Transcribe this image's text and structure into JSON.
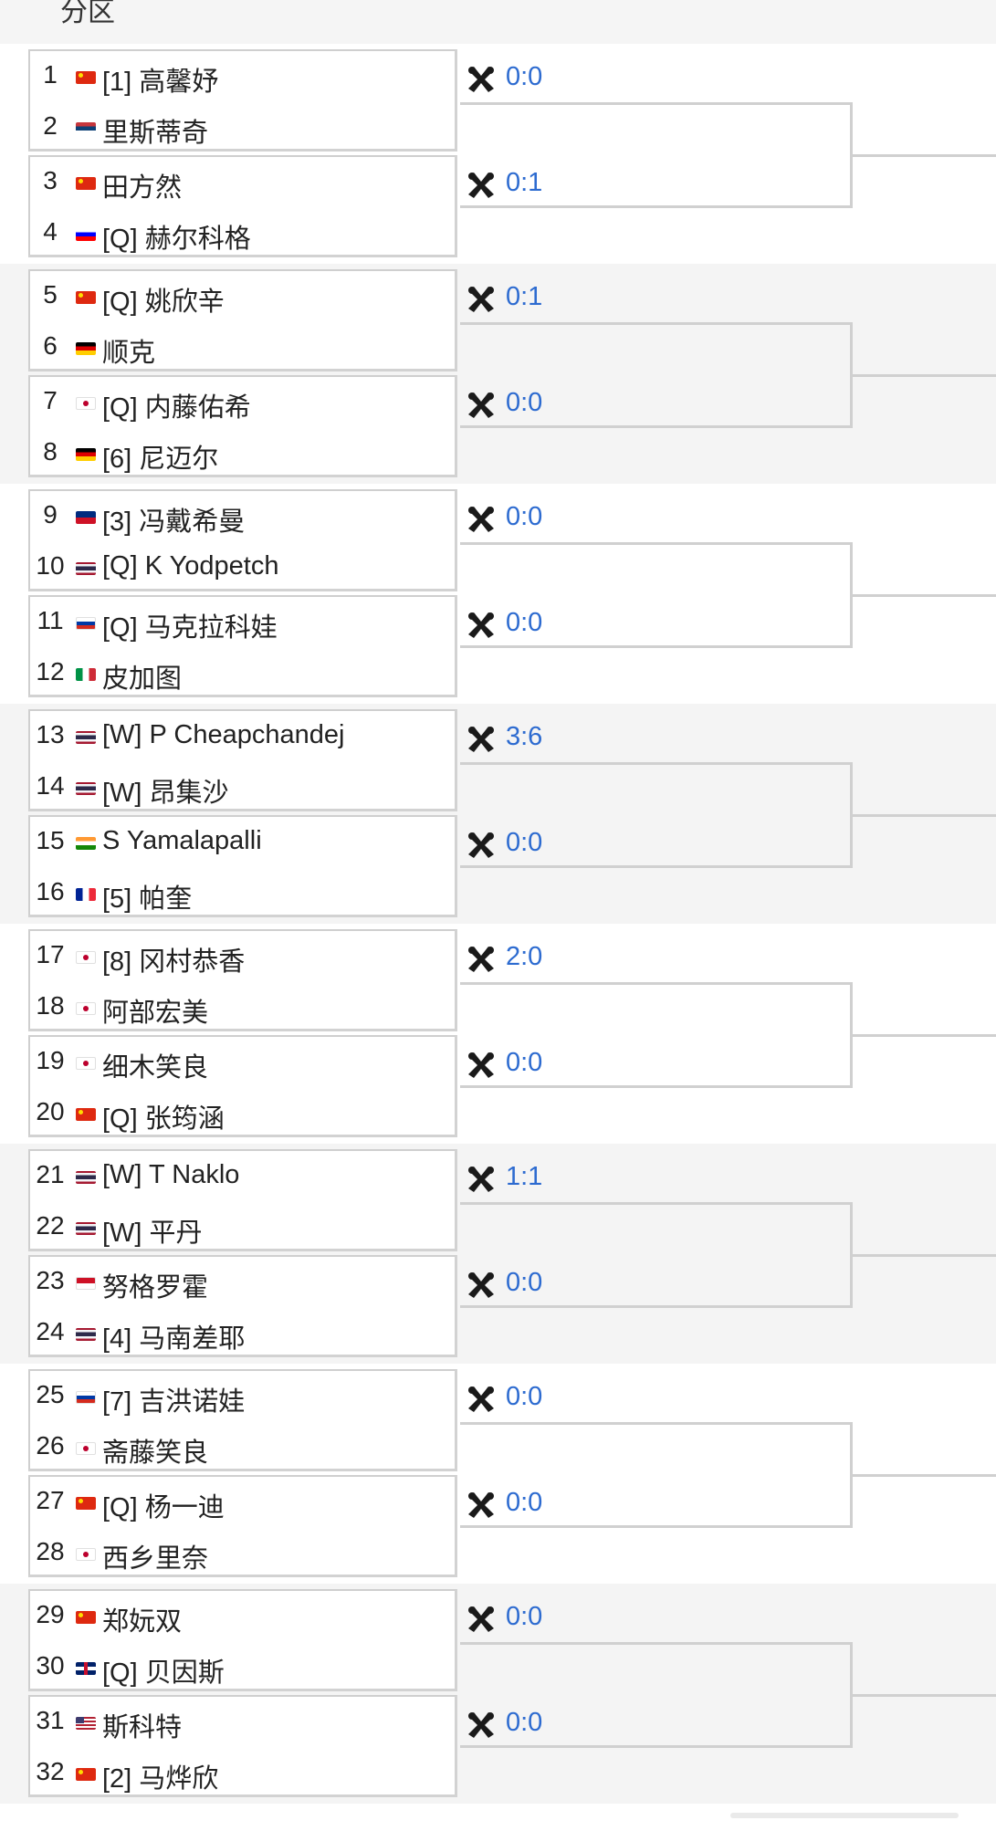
{
  "header": {
    "title": "分区"
  },
  "colors": {
    "score": "#2d6bd0",
    "section_alt_bg": "#f4f4f4",
    "border": "#cfcfcf"
  },
  "icons": {
    "match_icon": "crossed-rackets-icon"
  },
  "sections": [
    {
      "matches": [
        {
          "players": [
            {
              "num": "1",
              "flag": "cn",
              "name": "[1] 高馨妤"
            },
            {
              "num": "2",
              "flag": "rs",
              "name": " 里斯蒂奇"
            }
          ],
          "score": "0:0"
        },
        {
          "players": [
            {
              "num": "3",
              "flag": "cn",
              "name": " 田方然"
            },
            {
              "num": "4",
              "flag": "si",
              "name": "[Q] 赫尔科格"
            }
          ],
          "score": "0:1"
        }
      ]
    },
    {
      "matches": [
        {
          "players": [
            {
              "num": "5",
              "flag": "cn",
              "name": "[Q] 姚欣辛"
            },
            {
              "num": "6",
              "flag": "de",
              "name": " 顺克"
            }
          ],
          "score": "0:1"
        },
        {
          "players": [
            {
              "num": "7",
              "flag": "jp",
              "name": "[Q] 内藤佑希"
            },
            {
              "num": "8",
              "flag": "de",
              "name": "[6] 尼迈尔"
            }
          ],
          "score": "0:0"
        }
      ]
    },
    {
      "matches": [
        {
          "players": [
            {
              "num": "9",
              "flag": "li",
              "name": "[3] 冯戴希曼"
            },
            {
              "num": "10",
              "flag": "th",
              "name": "[Q] K Yodpetch"
            }
          ],
          "score": "0:0"
        },
        {
          "players": [
            {
              "num": "11",
              "flag": "ru",
              "name": "[Q] 马克拉科娃"
            },
            {
              "num": "12",
              "flag": "it",
              "name": " 皮加图"
            }
          ],
          "score": "0:0"
        }
      ]
    },
    {
      "matches": [
        {
          "players": [
            {
              "num": "13",
              "flag": "th",
              "name": "[W] P Cheapchandej"
            },
            {
              "num": "14",
              "flag": "th",
              "name": "[W] 昂集沙"
            }
          ],
          "score": "3:6"
        },
        {
          "players": [
            {
              "num": "15",
              "flag": "in",
              "name": " S Yamalapalli"
            },
            {
              "num": "16",
              "flag": "fr",
              "name": "[5] 帕奎"
            }
          ],
          "score": "0:0"
        }
      ]
    },
    {
      "matches": [
        {
          "players": [
            {
              "num": "17",
              "flag": "jp",
              "name": "[8] 冈村恭香"
            },
            {
              "num": "18",
              "flag": "jp",
              "name": " 阿部宏美"
            }
          ],
          "score": "2:0"
        },
        {
          "players": [
            {
              "num": "19",
              "flag": "jp",
              "name": " 细木笑良"
            },
            {
              "num": "20",
              "flag": "cn",
              "name": "[Q] 张筠涵"
            }
          ],
          "score": "0:0"
        }
      ]
    },
    {
      "matches": [
        {
          "players": [
            {
              "num": "21",
              "flag": "th",
              "name": "[W] T Naklo"
            },
            {
              "num": "22",
              "flag": "th",
              "name": "[W] 平丹"
            }
          ],
          "score": "1:1"
        },
        {
          "players": [
            {
              "num": "23",
              "flag": "id",
              "name": " 努格罗霍"
            },
            {
              "num": "24",
              "flag": "th",
              "name": "[4] 马南差耶"
            }
          ],
          "score": "0:0"
        }
      ]
    },
    {
      "matches": [
        {
          "players": [
            {
              "num": "25",
              "flag": "ru",
              "name": "[7] 吉洪诺娃"
            },
            {
              "num": "26",
              "flag": "jp",
              "name": " 斋藤笑良"
            }
          ],
          "score": "0:0"
        },
        {
          "players": [
            {
              "num": "27",
              "flag": "cn",
              "name": "[Q] 杨一迪"
            },
            {
              "num": "28",
              "flag": "jp",
              "name": " 西乡里奈"
            }
          ],
          "score": "0:0"
        }
      ]
    },
    {
      "matches": [
        {
          "players": [
            {
              "num": "29",
              "flag": "cn",
              "name": " 郑妧双"
            },
            {
              "num": "30",
              "flag": "gb",
              "name": "[Q] 贝因斯"
            }
          ],
          "score": "0:0"
        },
        {
          "players": [
            {
              "num": "31",
              "flag": "us",
              "name": " 斯科特"
            },
            {
              "num": "32",
              "flag": "cn",
              "name": "[2] 马烨欣"
            }
          ],
          "score": "0:0"
        }
      ]
    }
  ]
}
